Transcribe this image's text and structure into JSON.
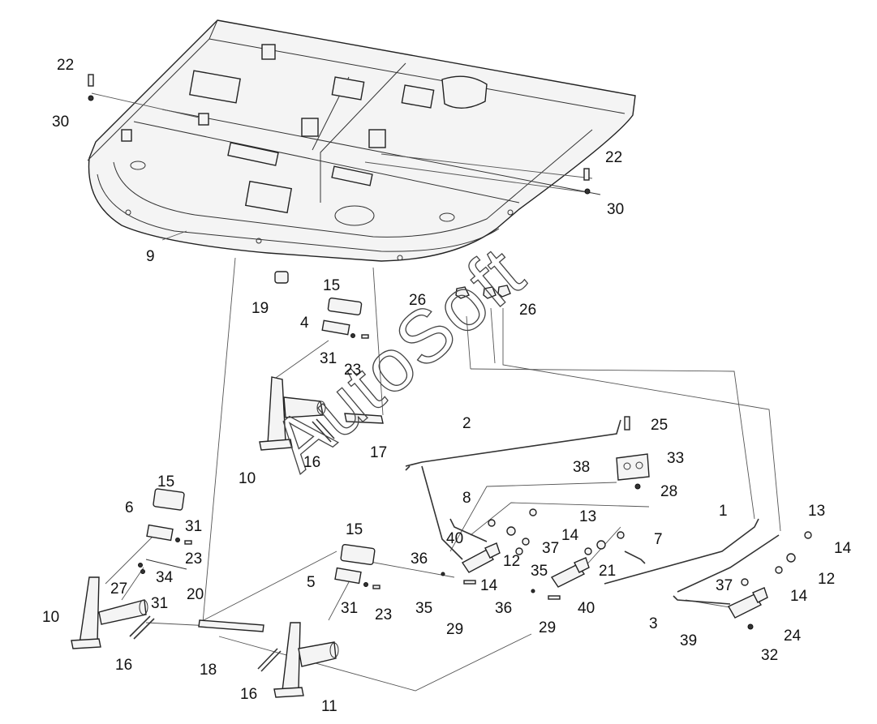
{
  "watermark": "AutoSoft",
  "callouts": [
    {
      "text": "22"
    },
    {
      "text": "30"
    },
    {
      "text": "22"
    },
    {
      "text": "30"
    },
    {
      "text": "9"
    },
    {
      "text": "19"
    },
    {
      "text": "15"
    },
    {
      "text": "4"
    },
    {
      "text": "31"
    },
    {
      "text": "23"
    },
    {
      "text": "26"
    },
    {
      "text": "26"
    },
    {
      "text": "2"
    },
    {
      "text": "25"
    },
    {
      "text": "17"
    },
    {
      "text": "16"
    },
    {
      "text": "10"
    },
    {
      "text": "38"
    },
    {
      "text": "33"
    },
    {
      "text": "28"
    },
    {
      "text": "1"
    },
    {
      "text": "13"
    },
    {
      "text": "14"
    },
    {
      "text": "12"
    },
    {
      "text": "37"
    },
    {
      "text": "14"
    },
    {
      "text": "8"
    },
    {
      "text": "13"
    },
    {
      "text": "40"
    },
    {
      "text": "14"
    },
    {
      "text": "37"
    },
    {
      "text": "12"
    },
    {
      "text": "21"
    },
    {
      "text": "7"
    },
    {
      "text": "14"
    },
    {
      "text": "15"
    },
    {
      "text": "6"
    },
    {
      "text": "31"
    },
    {
      "text": "23"
    },
    {
      "text": "34"
    },
    {
      "text": "20"
    },
    {
      "text": "27"
    },
    {
      "text": "31"
    },
    {
      "text": "10"
    },
    {
      "text": "16"
    },
    {
      "text": "18"
    },
    {
      "text": "15"
    },
    {
      "text": "5"
    },
    {
      "text": "31"
    },
    {
      "text": "23"
    },
    {
      "text": "36"
    },
    {
      "text": "35"
    },
    {
      "text": "35"
    },
    {
      "text": "36"
    },
    {
      "text": "40"
    },
    {
      "text": "29"
    },
    {
      "text": "29"
    },
    {
      "text": "3"
    },
    {
      "text": "39"
    },
    {
      "text": "24"
    },
    {
      "text": "32"
    },
    {
      "text": "16"
    },
    {
      "text": "11"
    }
  ]
}
